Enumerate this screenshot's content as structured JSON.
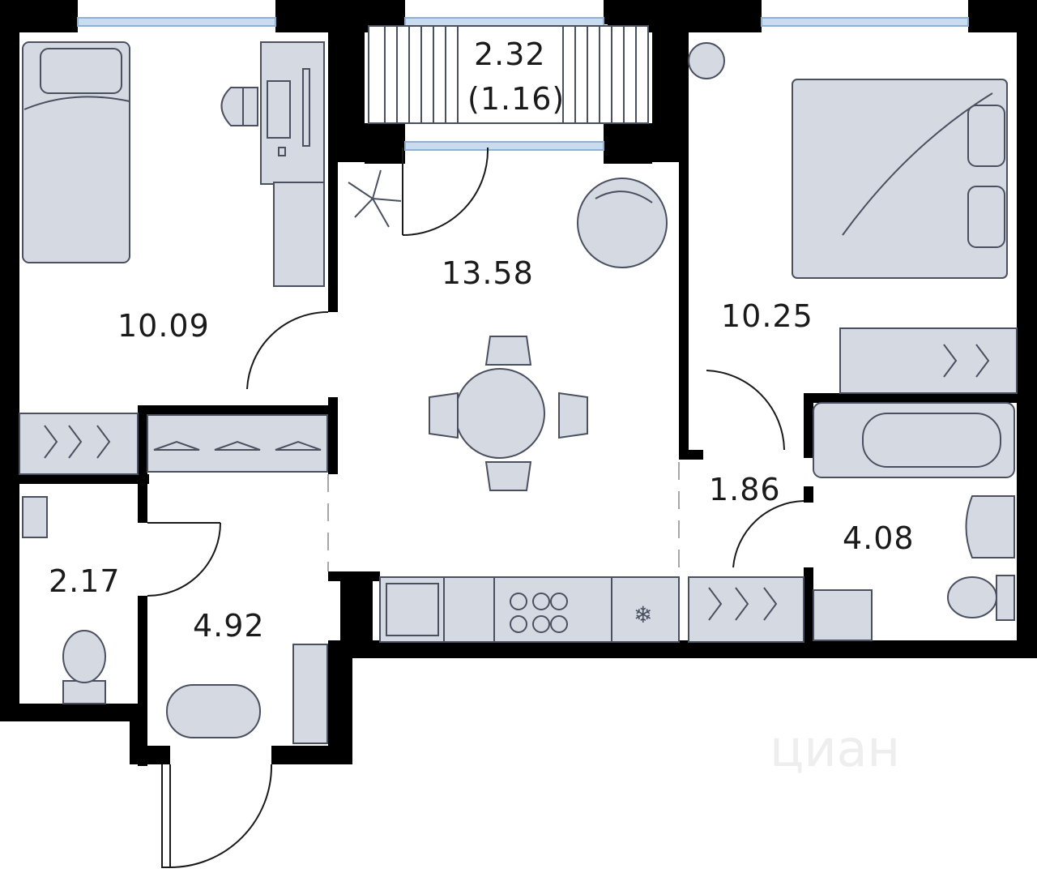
{
  "rooms": {
    "bedroom_left": "10.09",
    "balcony_area": "2.32",
    "balcony_coef": "(1.16)",
    "living_kitchen": "13.58",
    "bedroom_right": "10.25",
    "hall_small": "1.86",
    "bathroom": "4.08",
    "toilet": "2.17",
    "entrance_hall": "4.92"
  },
  "watermark": "циан",
  "colors": {
    "wall": "#000000",
    "furniture": "#d5dae2",
    "window": "#c9dcef"
  }
}
